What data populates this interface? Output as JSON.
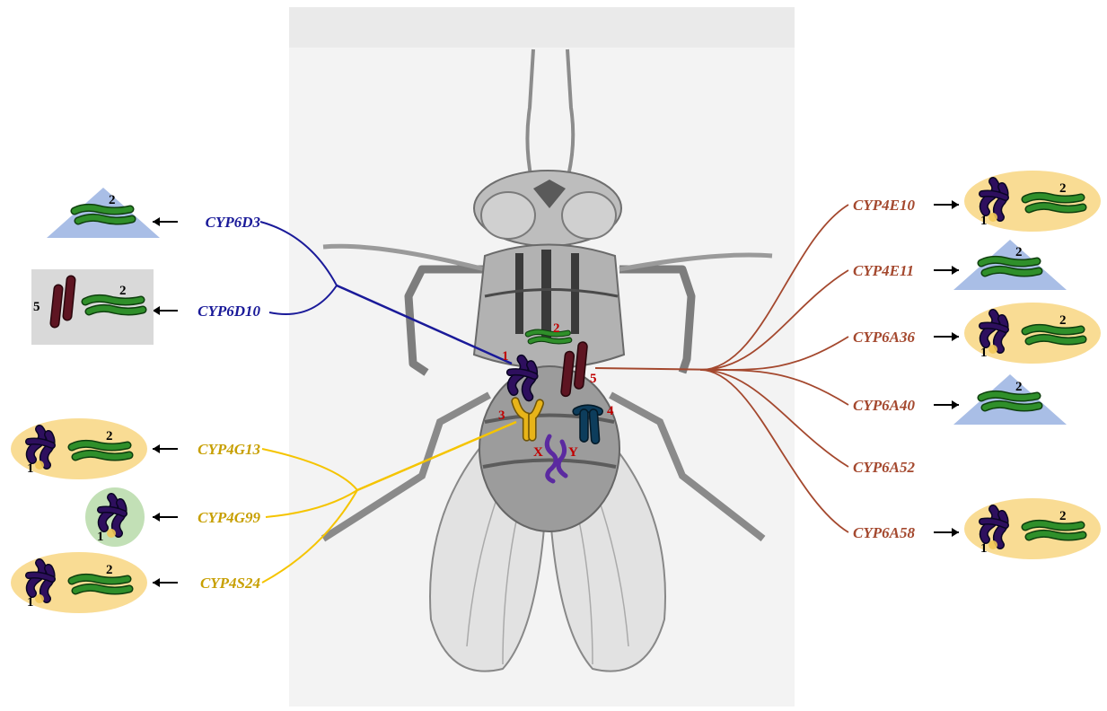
{
  "colors": {
    "blue_group": "#1a1a99",
    "yellow_group": "#f5c400",
    "brown_group": "#a4482e",
    "chr1": "#2e0f5e",
    "chr2": "#1f7a1f",
    "chr3": "#e8b419",
    "chr4": "#0d3d5c",
    "chr5": "#5e1522",
    "chrXY": "#5b2aa0",
    "shape_yellow": "#f9dc94",
    "shape_blue": "#a9bee6",
    "shape_green": "#c2e0b6",
    "shape_gray": "#d9d9d9"
  },
  "fly_chromosome_labels": {
    "c1": "1",
    "c2": "2",
    "c3": "3",
    "c4": "4",
    "c5": "5",
    "cx": "X",
    "cy": "Y"
  },
  "left_genes": [
    {
      "gene": "CYP6D3",
      "group": "blue",
      "shape": "triangle",
      "chromosomes": [
        "2"
      ]
    },
    {
      "gene": "CYP6D10",
      "group": "blue",
      "shape": "rectangle",
      "chromosomes": [
        "5",
        "2"
      ]
    },
    {
      "gene": "CYP4G13",
      "group": "yellow",
      "shape": "ellipse",
      "chromosomes": [
        "1",
        "2"
      ]
    },
    {
      "gene": "CYP4G99",
      "group": "yellow",
      "shape": "circle",
      "chromosomes": [
        "1"
      ]
    },
    {
      "gene": "CYP4S24",
      "group": "yellow",
      "shape": "ellipse",
      "chromosomes": [
        "1",
        "2"
      ]
    }
  ],
  "right_genes": [
    {
      "gene": "CYP4E10",
      "group": "brown",
      "shape": "ellipse",
      "chromosomes": [
        "1",
        "2"
      ]
    },
    {
      "gene": "CYP4E11",
      "group": "brown",
      "shape": "triangle",
      "chromosomes": [
        "2"
      ]
    },
    {
      "gene": "CYP6A36",
      "group": "brown",
      "shape": "ellipse",
      "chromosomes": [
        "1",
        "2"
      ]
    },
    {
      "gene": "CYP6A40",
      "group": "brown",
      "shape": "triangle",
      "chromosomes": [
        "2"
      ]
    },
    {
      "gene": "CYP6A52",
      "group": "brown",
      "shape": "none",
      "chromosomes": []
    },
    {
      "gene": "CYP6A58",
      "group": "brown",
      "shape": "ellipse",
      "chromosomes": [
        "1",
        "2"
      ]
    }
  ]
}
